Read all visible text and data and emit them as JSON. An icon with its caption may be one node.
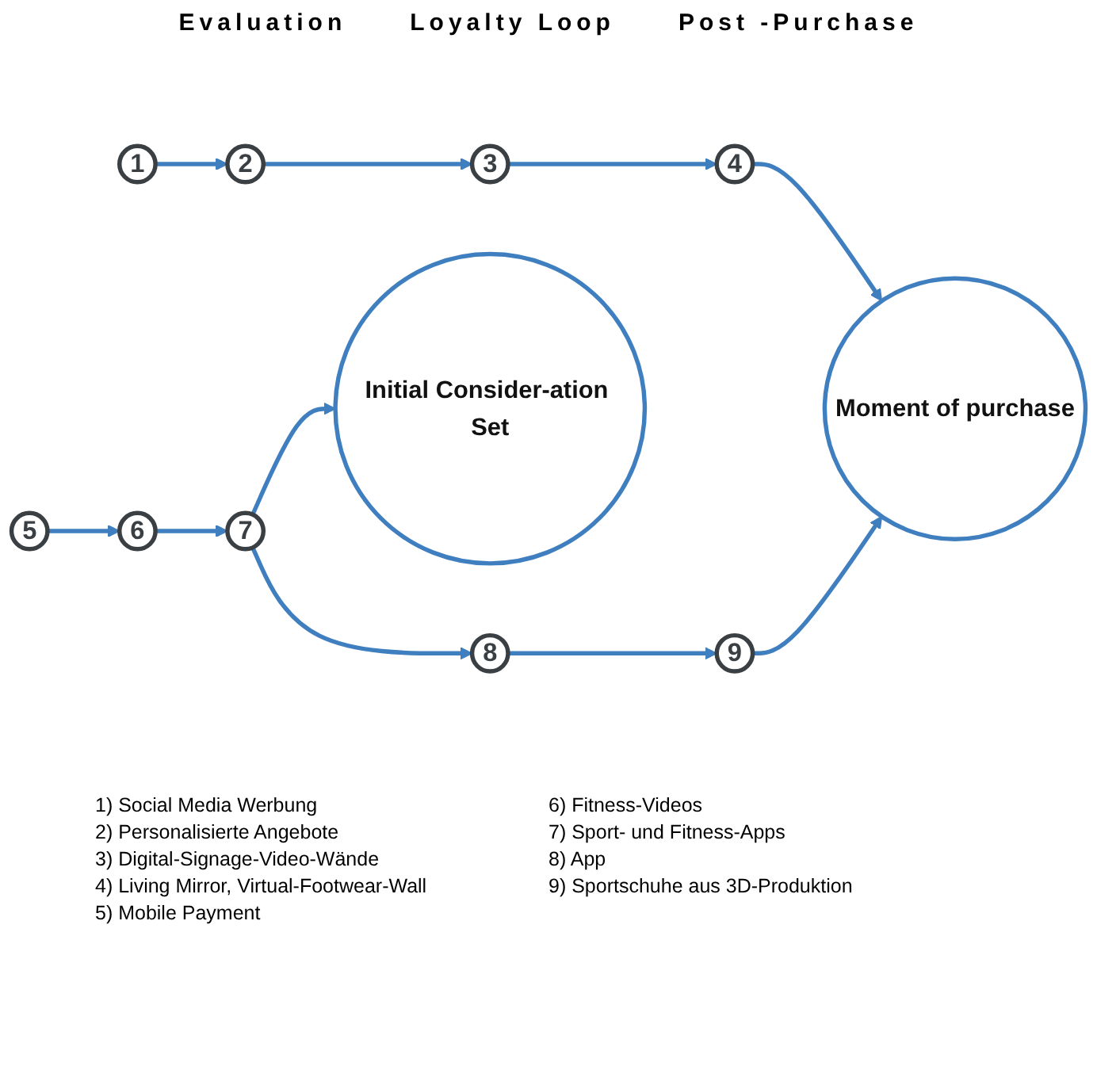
{
  "diagram": {
    "nodes": [
      {
        "text": [
          "Initial Consider-ation Set"
        ]
      },
      {
        "text": [
          "Moment of purchase"
        ]
      },
      {
        "text": [
          "1"
        ]
      },
      {
        "text": [
          "2"
        ]
      },
      {
        "text": [
          "3"
        ]
      },
      {
        "text": [
          "4"
        ]
      },
      {
        "text": [
          "5"
        ]
      },
      {
        "text": [
          "6"
        ]
      },
      {
        "text": [
          "7"
        ]
      },
      {
        "text": [
          "8"
        ]
      },
      {
        "text": [
          "9"
        ]
      }
    ],
    "edges": [
      {
        "from": 2,
        "to": 3,
        "arrow": "to"
      },
      {
        "from": 3,
        "to": 4,
        "arrow": "to"
      },
      {
        "from": 4,
        "to": 5,
        "arrow": "to"
      },
      {
        "from": 5,
        "to": 1,
        "arrow": "to"
      },
      {
        "from": 6,
        "to": 7,
        "arrow": "to"
      },
      {
        "from": 7,
        "to": 8,
        "arrow": "to"
      },
      {
        "from": 8,
        "to": 0,
        "arrow": "to"
      },
      {
        "from": 8,
        "to": 9,
        "arrow": "to"
      },
      {
        "from": 9,
        "to": 10,
        "arrow": "to"
      },
      {
        "from": 10,
        "to": 1,
        "arrow": "to"
      }
    ],
    "labels": [
      "Evaluation",
      "Loyalty Loop",
      "Post -Purchase",
      "1) Social Media Werbung",
      "2) Personalisierte Angebote",
      "3) Digital-Signage-Video-Wände",
      "4) Living Mirror, Virtual-Footwear-Wall",
      "5) Mobile Payment",
      "6) Fitness-Videos",
      "7) Sport- und Fitness-Apps",
      "8) App",
      "9) Sportschuhe aus 3D-Produktion"
    ]
  }
}
